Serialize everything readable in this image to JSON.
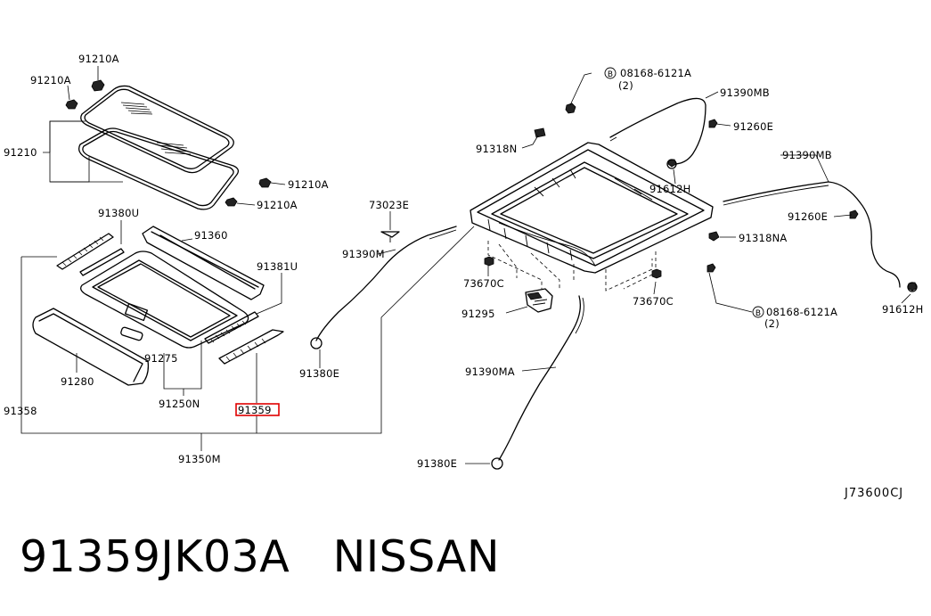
{
  "diagram": {
    "code": "J73600CJ",
    "highlight_color": "#e00000",
    "labels": {
      "a91210A_1": "91210A",
      "a91210A_2": "91210A",
      "a91210": "91210",
      "a91210A_3": "91210A",
      "a91210A_4": "91210A",
      "a91380U": "91380U",
      "a91360": "91360",
      "a91381U": "91381U",
      "a91358": "91358",
      "a91275": "91275",
      "a91280": "91280",
      "a91250N": "91250N",
      "a91359": "91359",
      "a91350M": "91350M",
      "a73023E": "73023E",
      "a91390M": "91390M",
      "a91380E_1": "91380E",
      "a08168_top": "08168-6121A",
      "a08168_top_qty": "(2)",
      "a91390MB_1": "91390MB",
      "a91260E_1": "91260E",
      "a91318N": "91318N",
      "a91612H_1": "91612H",
      "a91390MB_2": "91390MB",
      "a91260E_2": "91260E",
      "a91318NA": "91318NA",
      "a91612H_2": "91612H",
      "a73670C_1": "73670C",
      "a73670C_2": "73670C",
      "a91295": "91295",
      "a08168_bot": "08168-6121A",
      "a08168_bot_qty": "(2)",
      "a91390MA": "91390MA",
      "a91380E_2": "91380E",
      "bolt_symbol": "B"
    }
  },
  "caption": {
    "part_number": "91359JK03A",
    "brand": "NISSAN"
  }
}
